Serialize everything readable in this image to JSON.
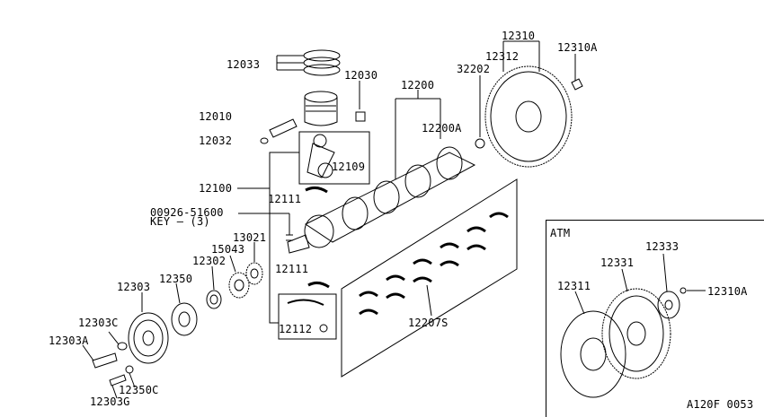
{
  "figure_code": "A120F 0053",
  "atm": {
    "title": "ATM",
    "labels": {
      "p12311": "12311",
      "p12331": "12331",
      "p12333": "12333",
      "p12310A": "12310A"
    }
  },
  "labels": {
    "p12033": "12033",
    "p12030": "12030",
    "p12010": "12010",
    "p12032": "12032",
    "p12109": "12109",
    "p12100": "12100",
    "p12111a": "12111",
    "p00926": "00926-51600",
    "key": "KEY — (3)",
    "p13021": "13021",
    "p15043": "15043",
    "p12302": "12302",
    "p12350": "12350",
    "p12303": "12303",
    "p12303C": "12303C",
    "p12303A": "12303A",
    "p12350C": "12350C",
    "p12303G": "12303G",
    "p12111b": "12111",
    "p12112": "12112",
    "p12200": "12200",
    "p12200A": "12200A",
    "p32202": "32202",
    "p12310": "12310",
    "p12312": "12312",
    "p12310A": "12310A",
    "p12207S": "12207S"
  }
}
